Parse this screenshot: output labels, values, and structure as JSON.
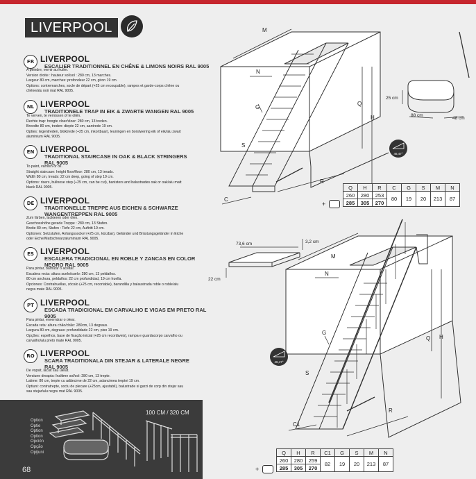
{
  "title": "LIVERPOOL",
  "page_number": "68",
  "languages": [
    {
      "code": "FR",
      "name": "LIVERPOOL",
      "subtitle": "ESCALIER TRADITIONNEL EN CHÊNE & LIMONS NOIRS RAL 9005",
      "lines": [
        "A peindre, vernir au huiler.",
        "Version droite : hauteur sol/sol : 280 cm, 13 marches.",
        "Largeur 80 cm, marches: profondeur 22 cm, giron 19 cm.",
        "Options: contremarches, socle de départ (+25 cm recoupable), rampes et garde-corps chêne ou",
        "chêne/alu noir mat RAL 9005."
      ]
    },
    {
      "code": "NL",
      "name": "LIVERPOOL",
      "subtitle": "TRADITIONELE TRAP IN EIK & ZWARTE WANGEN RAL 9005",
      "lines": [
        "Te verven, te vernissen of te oliën.",
        "Rechte trap: hoogte vloer/vloer: 280 cm, 13 treden.",
        "Breedte 80 cm, treden: diepte 22 cm, aantrede 19 cm.",
        "Opties: tegentreden, bloktrede (+25 cm, inkortbaar), leuningen en borstwering eik of eik/alu zwart",
        "aluminium RAL 9005."
      ]
    },
    {
      "code": "EN",
      "name": "LIVERPOOL",
      "subtitle": "TRADITIONAL STAIRCASE IN OAK & BLACK STRINGERS RAL 9005",
      "lines": [
        "To paint, varnish or oil.",
        "Straight staircase: height floor/floor: 280 cm, 13 treads.",
        "Width 80 cm, treads: 22 cm deep, going of step 19 cm.",
        "Options: risers, bullnose step (+25 cm, can be cut), banisters and balustrades oak or oak/alu matt",
        "black RAL 9005."
      ]
    },
    {
      "code": "DE",
      "name": "LIVERPOOL",
      "subtitle": "TRADITIONELLE TREPPE AUS EICHEN & SCHWARZE WANGENTREPPEN RAL 9005",
      "lines": [
        "Zum färben, lackieren oder ölen.",
        "Geschosshöhe gerade Treppe : 280 cm, 13 Stufen.",
        "Breite 80 cm, Stufen : Tiefe 22 cm, Auftritt 19 cm.",
        "Optionen: Setzstufen, Anfangssockel (+25 cm, kürzbar), Geländer und Brüstungsgeländer in Eiche",
        "oder Eiche/Mattschwarzaluminium RAL 9005."
      ]
    },
    {
      "code": "ES",
      "name": "LIVERPOOL",
      "subtitle": "ESCALERA TRADICIONAL EN ROBLE Y ZANCAS EN COLOR NEGRO RAL 9005",
      "lines": [
        "Para pintar, barnizar o aceitar.",
        "Escalera recta: altura suelo/suelo: 280 cm, 13 peldaños.",
        "80 cm anchura, peldaños: 22 cm profundidad, 19 cm huella.",
        "Opciones: Contrahuellas, zócalo (+25 cm, recortable), barandilla y balaustrada roble o roble/alu",
        "negra mate RAL 9005."
      ]
    },
    {
      "code": "PT",
      "name": "LIVERPOOL",
      "subtitle": "ESCADA TRADICIONAL EM CARVALHO E VIGAS EM PRETO RAL 9005",
      "lines": [
        "Para pintar, envernizar o olear.",
        "Escada reta: altura chão/chão: 280cm, 13 degraus.",
        "Largura 80 cm, degraus: profundidade 22 cm, piso 19 cm.",
        "Opções: espelhos, base de fixação inicial (+25 cm recortáveis), rampa e guardacorpo carvalho ou",
        "carvalho/alu preto mate RAL 9005."
      ]
    },
    {
      "code": "RO",
      "name": "LIVERPOOL",
      "subtitle": "SCARA TRADITIONALA DIN STEJAR & LATERALE NEGRE RAL 9005",
      "lines": [
        "De vopsit, lacuit sau uleiat.",
        "Versiune dreapta: înaltime sol/sol: 280 cm, 13 trepte.",
        "Latime: 80 cm, trepte cu adâncime de 22 cm, adancimea treptei 19 cm.",
        "Optiuni: contratrepte, soclu de plecare (+25cm, ajustabil), balustrade si garzi de corp din stejar sau",
        "sau stejar/alu negru mat RAL 9005."
      ]
    }
  ],
  "options": {
    "labels": [
      "Option",
      "Optie",
      "Option",
      "Option",
      "Opción",
      "Opção",
      "Opţiuni"
    ],
    "dimension": "100 CM / 320 CM"
  },
  "diagram_top": {
    "labels": {
      "M": "M",
      "N": "N",
      "G": "G",
      "S": "S",
      "Q": "Q",
      "H": "H",
      "R": "R",
      "C": "C"
    },
    "angle": "46,47°"
  },
  "diagram_bottom": {
    "labels": {
      "M": "M",
      "N": "N",
      "G": "G",
      "S": "S",
      "Q": "Q",
      "H": "H",
      "R": "R",
      "C1": "C1"
    },
    "angle": "46,47°"
  },
  "bullnose": {
    "height": "25 cm",
    "depth": "88 cm",
    "width": "48 cm"
  },
  "tread": {
    "length": "73,6 cm",
    "thickness": "3,2 cm",
    "depth": "22 cm"
  },
  "table_top": {
    "headers": [
      "Q",
      "H",
      "R",
      "C",
      "G",
      "S",
      "M",
      "N"
    ],
    "row1": [
      "260",
      "280",
      "253"
    ],
    "row2": [
      "285",
      "305",
      "270"
    ],
    "shared": [
      "80",
      "19",
      "20",
      "213",
      "87"
    ]
  },
  "table_bottom": {
    "headers": [
      "Q",
      "H",
      "R",
      "C1",
      "G",
      "S",
      "M",
      "N"
    ],
    "row1": [
      "260",
      "280",
      "259"
    ],
    "row2": [
      "285",
      "305",
      "270"
    ],
    "shared": [
      "82",
      "19",
      "20",
      "213",
      "87"
    ]
  },
  "colors": {
    "accent": "#c6262e",
    "dark": "#333333"
  }
}
